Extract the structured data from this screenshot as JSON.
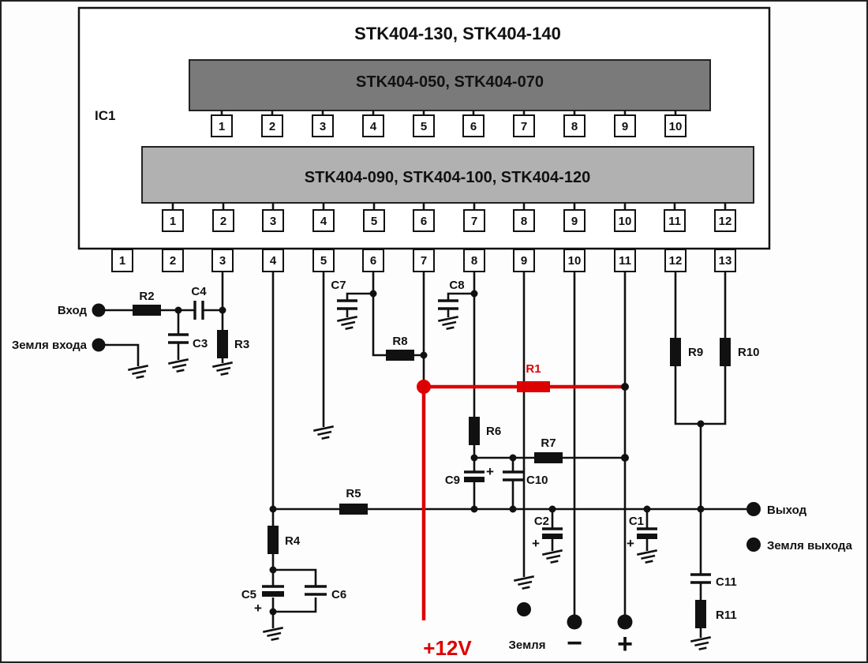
{
  "ic": {
    "ref": "IC1",
    "title": "STK404-130, STK404-140",
    "variant_a": "STK404-050, STK404-070",
    "variant_b": "STK404-090, STK404-100, STK404-120",
    "pins_a": [
      "1",
      "2",
      "3",
      "4",
      "5",
      "6",
      "7",
      "8",
      "9",
      "10"
    ],
    "pins_b": [
      "1",
      "2",
      "3",
      "4",
      "5",
      "6",
      "7",
      "8",
      "9",
      "10",
      "11",
      "12"
    ],
    "pins_main": [
      "1",
      "2",
      "3",
      "4",
      "5",
      "6",
      "7",
      "8",
      "9",
      "10",
      "11",
      "12",
      "13"
    ]
  },
  "resistors": {
    "r1": "R1",
    "r2": "R2",
    "r3": "R3",
    "r4": "R4",
    "r5": "R5",
    "r6": "R6",
    "r7": "R7",
    "r8": "R8",
    "r9": "R9",
    "r10": "R10",
    "r11": "R11"
  },
  "capacitors": {
    "c1": "C1",
    "c2": "C2",
    "c3": "C3",
    "c4": "C4",
    "c5": "C5",
    "c6": "C6",
    "c7": "C7",
    "c8": "C8",
    "c9": "C9",
    "c10": "C10",
    "c11": "C11"
  },
  "labels": {
    "input": "Вход",
    "input_ground": "Земля входа",
    "output": "Выход",
    "output_ground": "Земля выхода",
    "ground": "Земля",
    "minus": "−",
    "plus": "+",
    "supply": "+12V",
    "polarity": "+"
  },
  "colors": {
    "supply": "#dd0000",
    "variant_a_bg": "#7a7a7a",
    "variant_b_bg": "#b1b1b1"
  }
}
